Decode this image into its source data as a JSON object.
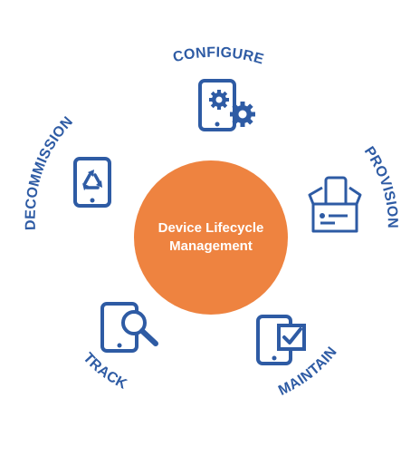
{
  "center": {
    "line1": "Device Lifecycle",
    "line2": "Management"
  },
  "stages": {
    "configure": "CONFIGURE",
    "provision": "PROVISION",
    "maintain": "MAINTAIN",
    "track": "TRACK",
    "decommission": "DECOMMISSION"
  },
  "colors": {
    "primary": "#2e5ba4",
    "hub": "#ee8340",
    "background": "#ffffff"
  },
  "icons": {
    "configure": "tablet-gears-icon",
    "provision": "box-with-tablet-icon",
    "maintain": "tablet-checkbox-icon",
    "track": "tablet-magnifier-icon",
    "decommission": "tablet-recycle-icon"
  }
}
